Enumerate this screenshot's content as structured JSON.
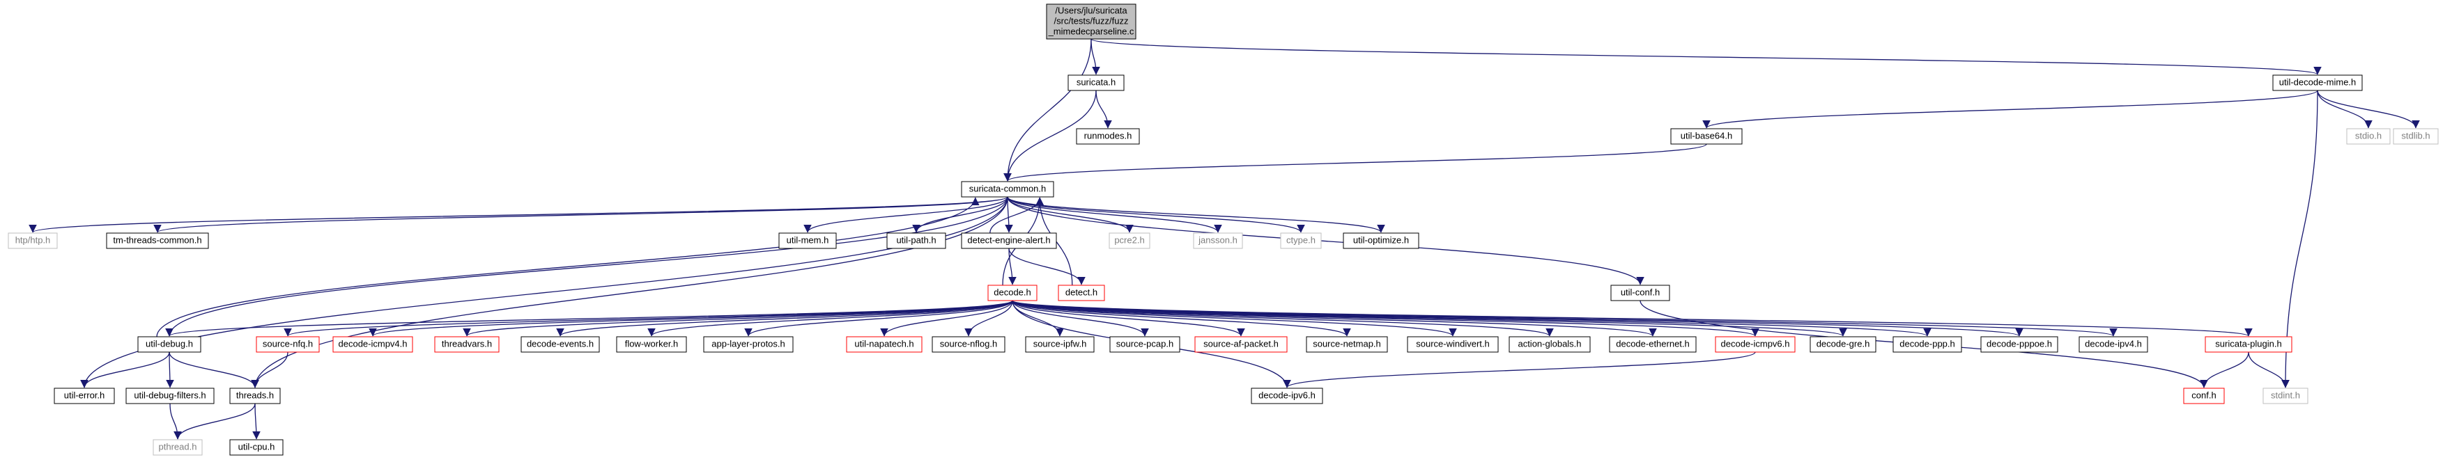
{
  "colors": {
    "edge": "#191970",
    "root_fill": "#bfbfbf",
    "default_border": "#000000",
    "missing_border": "#bfbfbf",
    "truncated_border": "#ff0000",
    "text": "#000000"
  },
  "nodes": [
    {
      "id": "root",
      "lines": [
        "/Users/jlu/suricata",
        "/src/tests/fuzz/fuzz",
        "_mimedecparseline.c"
      ],
      "style": "root"
    },
    {
      "id": "suricata_h",
      "lines": [
        "suricata.h"
      ],
      "style": "normal"
    },
    {
      "id": "util_decode_mime_h",
      "lines": [
        "util-decode-mime.h"
      ],
      "style": "normal"
    },
    {
      "id": "runmodes_h",
      "lines": [
        "runmodes.h"
      ],
      "style": "normal"
    },
    {
      "id": "stdio_h",
      "lines": [
        "stdio.h"
      ],
      "style": "missing"
    },
    {
      "id": "stdlib_h",
      "lines": [
        "stdlib.h"
      ],
      "style": "missing"
    },
    {
      "id": "util_base64_h",
      "lines": [
        "util-base64.h"
      ],
      "style": "normal"
    },
    {
      "id": "suricata_common_h",
      "lines": [
        "suricata-common.h"
      ],
      "style": "normal"
    },
    {
      "id": "htp_h",
      "lines": [
        "htp/htp.h"
      ],
      "style": "missing"
    },
    {
      "id": "tm_threads_common_h",
      "lines": [
        "tm-threads-common.h"
      ],
      "style": "normal"
    },
    {
      "id": "util_mem_h",
      "lines": [
        "util-mem.h"
      ],
      "style": "normal"
    },
    {
      "id": "util_path_h",
      "lines": [
        "util-path.h"
      ],
      "style": "normal"
    },
    {
      "id": "detect_engine_alert_h",
      "lines": [
        "detect-engine-alert.h"
      ],
      "style": "normal"
    },
    {
      "id": "pcre2_h",
      "lines": [
        "pcre2.h"
      ],
      "style": "missing"
    },
    {
      "id": "jansson_h",
      "lines": [
        "jansson.h"
      ],
      "style": "missing"
    },
    {
      "id": "ctype_h",
      "lines": [
        "ctype.h"
      ],
      "style": "missing"
    },
    {
      "id": "util_optimize_h",
      "lines": [
        "util-optimize.h"
      ],
      "style": "normal"
    },
    {
      "id": "decode_h",
      "lines": [
        "decode.h"
      ],
      "style": "truncated"
    },
    {
      "id": "detect_h",
      "lines": [
        "detect.h"
      ],
      "style": "truncated"
    },
    {
      "id": "util_conf_h",
      "lines": [
        "util-conf.h"
      ],
      "style": "normal"
    },
    {
      "id": "util_debug_h",
      "lines": [
        "util-debug.h"
      ],
      "style": "normal"
    },
    {
      "id": "source_nfq_h",
      "lines": [
        "source-nfq.h"
      ],
      "style": "truncated"
    },
    {
      "id": "decode_icmpv4_h",
      "lines": [
        "decode-icmpv4.h"
      ],
      "style": "truncated"
    },
    {
      "id": "threadvars_h",
      "lines": [
        "threadvars.h"
      ],
      "style": "truncated"
    },
    {
      "id": "decode_events_h",
      "lines": [
        "decode-events.h"
      ],
      "style": "normal"
    },
    {
      "id": "flow_worker_h",
      "lines": [
        "flow-worker.h"
      ],
      "style": "normal"
    },
    {
      "id": "app_layer_protos_h",
      "lines": [
        "app-layer-protos.h"
      ],
      "style": "normal"
    },
    {
      "id": "util_napatech_h",
      "lines": [
        "util-napatech.h"
      ],
      "style": "truncated"
    },
    {
      "id": "source_nflog_h",
      "lines": [
        "source-nflog.h"
      ],
      "style": "normal"
    },
    {
      "id": "source_ipfw_h",
      "lines": [
        "source-ipfw.h"
      ],
      "style": "normal"
    },
    {
      "id": "source_pcap_h",
      "lines": [
        "source-pcap.h"
      ],
      "style": "normal"
    },
    {
      "id": "source_af_packet_h",
      "lines": [
        "source-af-packet.h"
      ],
      "style": "truncated"
    },
    {
      "id": "source_netmap_h",
      "lines": [
        "source-netmap.h"
      ],
      "style": "normal"
    },
    {
      "id": "source_windivert_h",
      "lines": [
        "source-windivert.h"
      ],
      "style": "normal"
    },
    {
      "id": "action_globals_h",
      "lines": [
        "action-globals.h"
      ],
      "style": "normal"
    },
    {
      "id": "decode_ethernet_h",
      "lines": [
        "decode-ethernet.h"
      ],
      "style": "normal"
    },
    {
      "id": "decode_icmpv6_h",
      "lines": [
        "decode-icmpv6.h"
      ],
      "style": "truncated"
    },
    {
      "id": "decode_gre_h",
      "lines": [
        "decode-gre.h"
      ],
      "style": "normal"
    },
    {
      "id": "decode_ppp_h",
      "lines": [
        "decode-ppp.h"
      ],
      "style": "normal"
    },
    {
      "id": "decode_pppoe_h",
      "lines": [
        "decode-pppoe.h"
      ],
      "style": "normal"
    },
    {
      "id": "decode_ipv4_h",
      "lines": [
        "decode-ipv4.h"
      ],
      "style": "normal"
    },
    {
      "id": "suricata_plugin_h",
      "lines": [
        "suricata-plugin.h"
      ],
      "style": "truncated"
    },
    {
      "id": "util_error_h",
      "lines": [
        "util-error.h"
      ],
      "style": "normal"
    },
    {
      "id": "util_debug_filters_h",
      "lines": [
        "util-debug-filters.h"
      ],
      "style": "normal"
    },
    {
      "id": "threads_h",
      "lines": [
        "threads.h"
      ],
      "style": "normal"
    },
    {
      "id": "decode_ipv6_h",
      "lines": [
        "decode-ipv6.h"
      ],
      "style": "normal"
    },
    {
      "id": "conf_h",
      "lines": [
        "conf.h"
      ],
      "style": "truncated"
    },
    {
      "id": "stdint_h",
      "lines": [
        "stdint.h"
      ],
      "style": "missing"
    },
    {
      "id": "pthread_h",
      "lines": [
        "pthread.h"
      ],
      "style": "missing"
    },
    {
      "id": "util_cpu_h",
      "lines": [
        "util-cpu.h"
      ],
      "style": "normal"
    }
  ],
  "edges": [
    [
      "root",
      "suricata_h"
    ],
    [
      "root",
      "util_decode_mime_h"
    ],
    [
      "root",
      "suricata_common_h"
    ],
    [
      "suricata_h",
      "runmodes_h"
    ],
    [
      "suricata_h",
      "suricata_common_h"
    ],
    [
      "util_decode_mime_h",
      "stdio_h"
    ],
    [
      "util_decode_mime_h",
      "stdlib_h"
    ],
    [
      "util_decode_mime_h",
      "util_base64_h"
    ],
    [
      "util_decode_mime_h",
      "stdint_h"
    ],
    [
      "util_base64_h",
      "suricata_common_h"
    ],
    [
      "suricata_common_h",
      "htp_h"
    ],
    [
      "suricata_common_h",
      "tm_threads_common_h"
    ],
    [
      "suricata_common_h",
      "util_mem_h"
    ],
    [
      "suricata_common_h",
      "util_path_h"
    ],
    [
      "suricata_common_h",
      "detect_engine_alert_h"
    ],
    [
      "suricata_common_h",
      "pcre2_h"
    ],
    [
      "suricata_common_h",
      "jansson_h"
    ],
    [
      "suricata_common_h",
      "ctype_h"
    ],
    [
      "suricata_common_h",
      "util_optimize_h"
    ],
    [
      "suricata_common_h",
      "util_conf_h"
    ],
    [
      "suricata_common_h",
      "util_debug_h"
    ],
    [
      "suricata_common_h",
      "util_error_h"
    ],
    [
      "suricata_common_h",
      "threads_h"
    ],
    [
      "detect_engine_alert_h",
      "suricata_common_h"
    ],
    [
      "detect_engine_alert_h",
      "decode_h"
    ],
    [
      "detect_engine_alert_h",
      "detect_h"
    ],
    [
      "decode_h",
      "suricata_common_h"
    ],
    [
      "detect_h",
      "suricata_common_h"
    ],
    [
      "util_debug_h",
      "suricata_common_h"
    ],
    [
      "util_debug_h",
      "util_error_h"
    ],
    [
      "util_debug_h",
      "util_debug_filters_h"
    ],
    [
      "util_debug_h",
      "threads_h"
    ],
    [
      "util_conf_h",
      "conf_h"
    ],
    [
      "decode_h",
      "util_debug_h"
    ],
    [
      "decode_h",
      "source_nfq_h"
    ],
    [
      "decode_h",
      "decode_icmpv4_h"
    ],
    [
      "decode_h",
      "threadvars_h"
    ],
    [
      "decode_h",
      "decode_events_h"
    ],
    [
      "decode_h",
      "flow_worker_h"
    ],
    [
      "decode_h",
      "app_layer_protos_h"
    ],
    [
      "decode_h",
      "util_napatech_h"
    ],
    [
      "decode_h",
      "source_nflog_h"
    ],
    [
      "decode_h",
      "source_ipfw_h"
    ],
    [
      "decode_h",
      "source_pcap_h"
    ],
    [
      "decode_h",
      "source_af_packet_h"
    ],
    [
      "decode_h",
      "source_netmap_h"
    ],
    [
      "decode_h",
      "source_windivert_h"
    ],
    [
      "decode_h",
      "action_globals_h"
    ],
    [
      "decode_h",
      "decode_ethernet_h"
    ],
    [
      "decode_h",
      "decode_icmpv6_h"
    ],
    [
      "decode_h",
      "decode_gre_h"
    ],
    [
      "decode_h",
      "decode_ppp_h"
    ],
    [
      "decode_h",
      "decode_pppoe_h"
    ],
    [
      "decode_h",
      "decode_ipv4_h"
    ],
    [
      "decode_h",
      "suricata_plugin_h"
    ],
    [
      "decode_h",
      "decode_ipv6_h"
    ],
    [
      "source_nfq_h",
      "threads_h"
    ],
    [
      "decode_icmpv6_h",
      "decode_ipv6_h"
    ],
    [
      "suricata_plugin_h",
      "conf_h"
    ],
    [
      "suricata_plugin_h",
      "stdint_h"
    ],
    [
      "util_debug_filters_h",
      "pthread_h"
    ],
    [
      "threads_h",
      "pthread_h"
    ],
    [
      "threads_h",
      "util_cpu_h"
    ]
  ]
}
